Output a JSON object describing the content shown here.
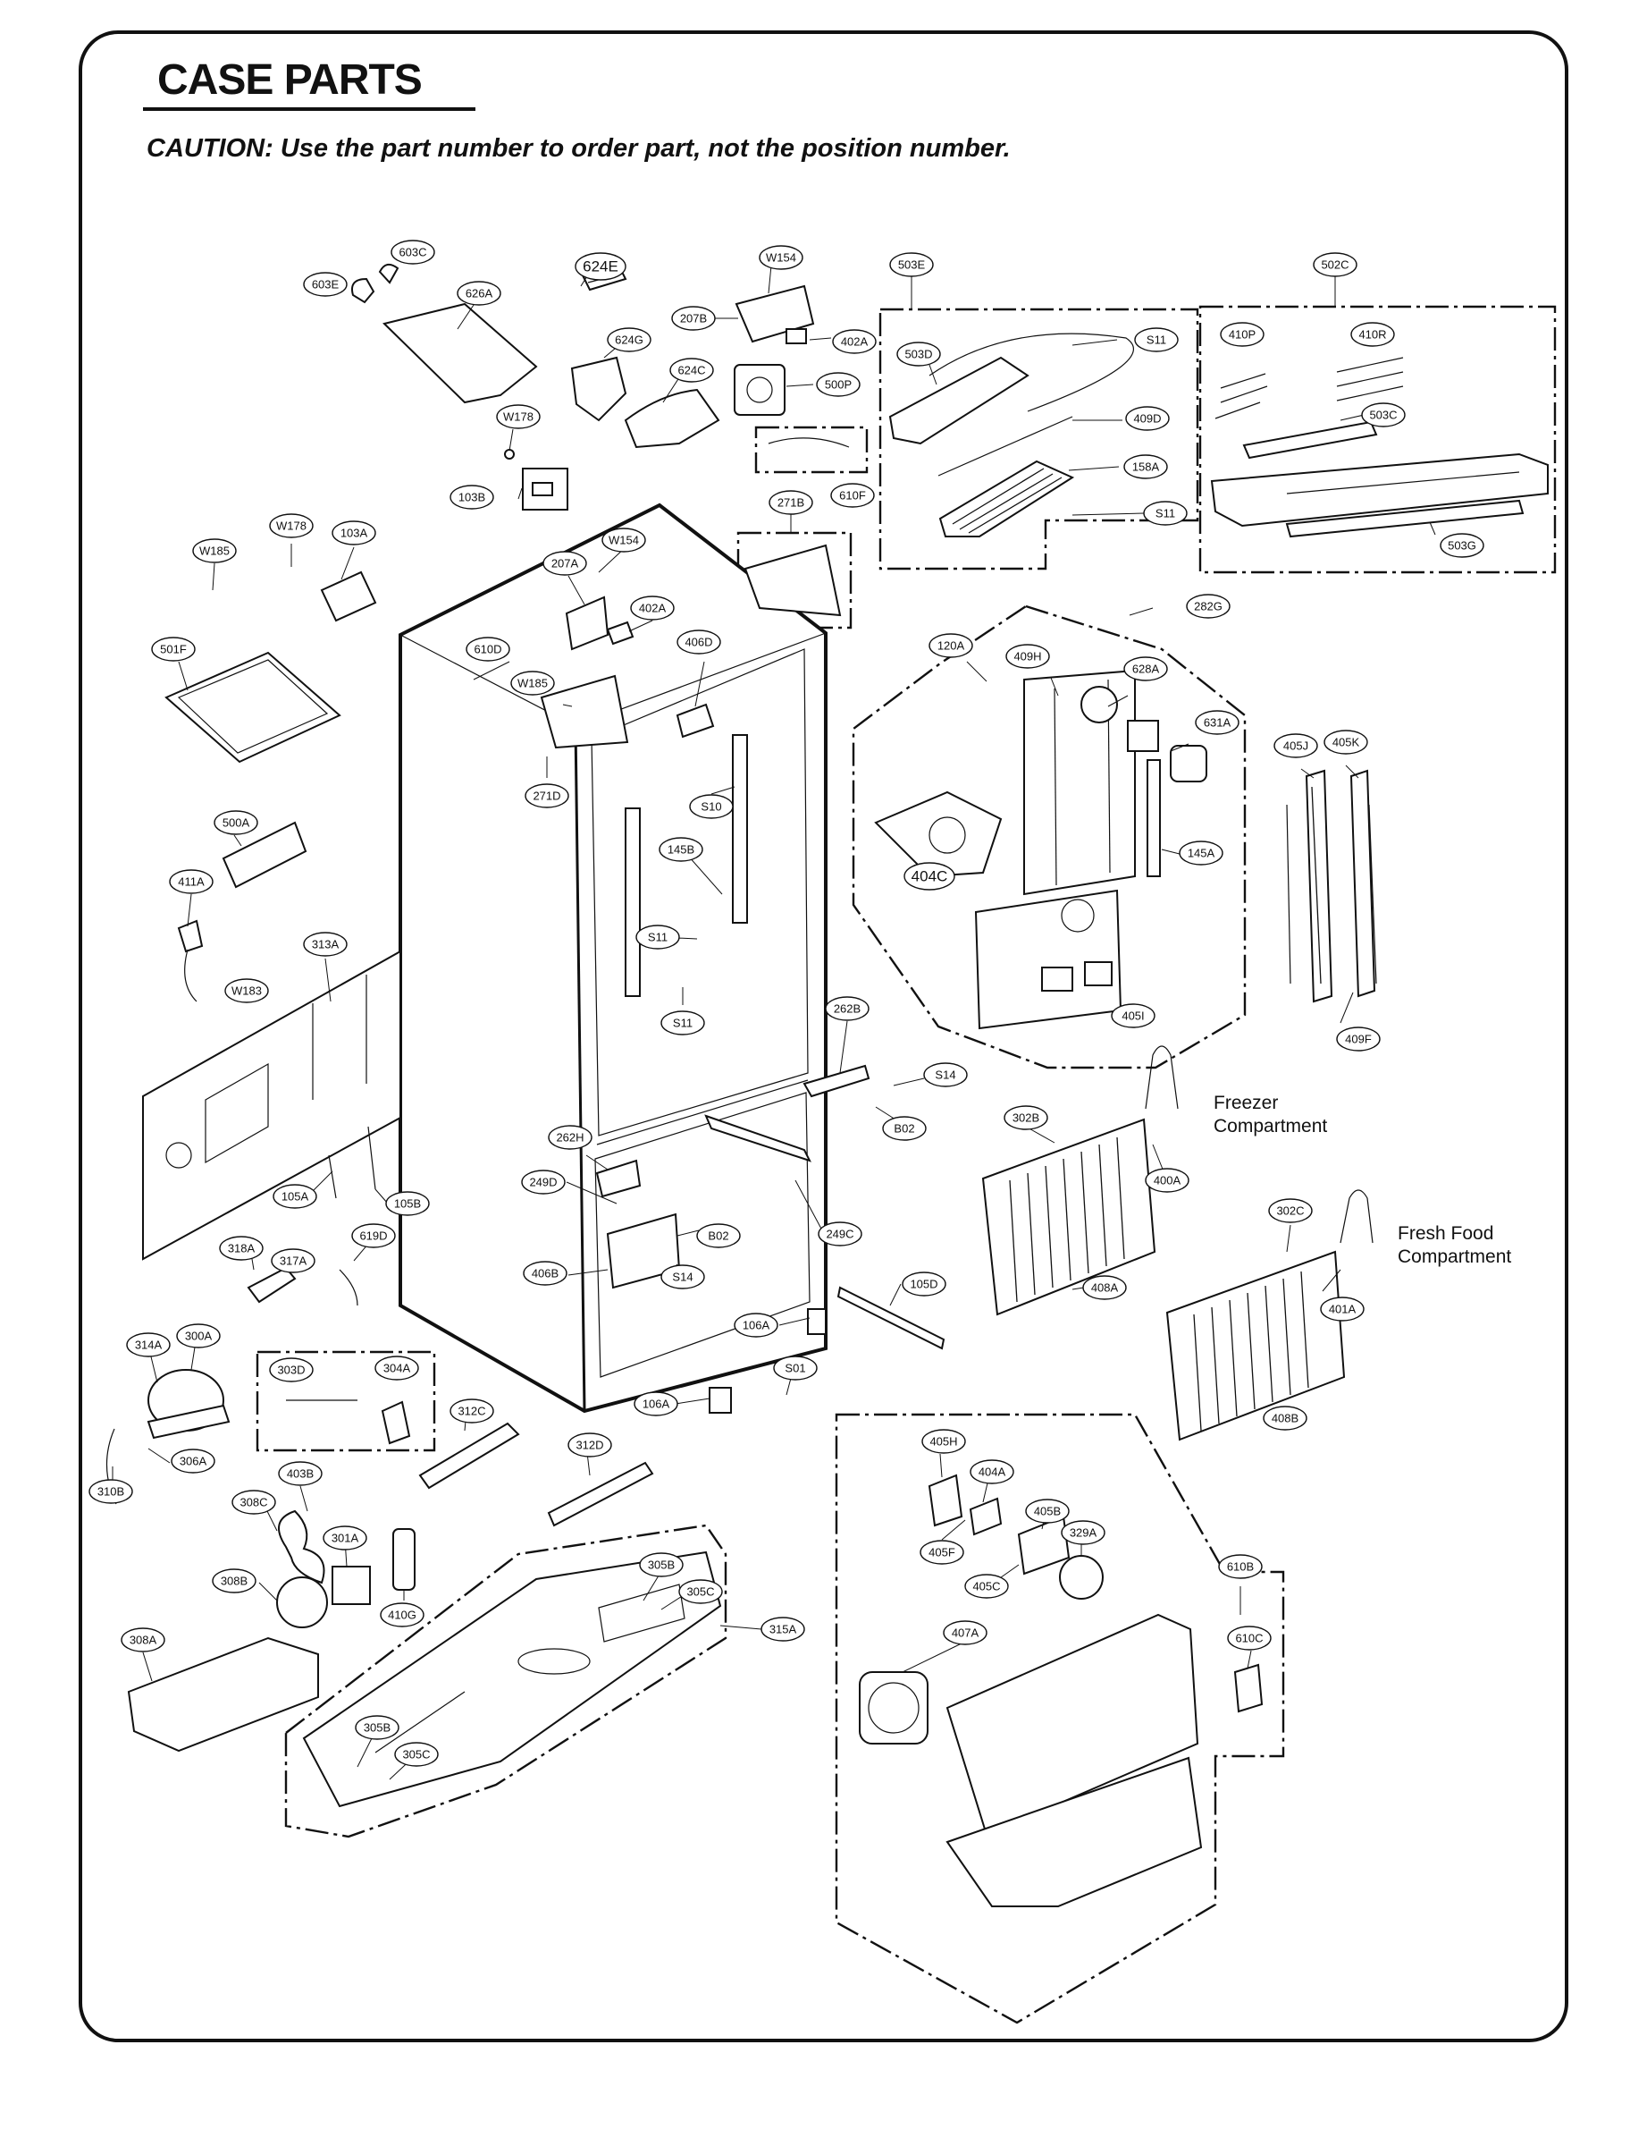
{
  "page": {
    "title": "CASE PARTS",
    "caution": "CAUTION: Use the part number to order part, not the position number."
  },
  "compartments": {
    "freezer": [
      "Freezer",
      "Compartment"
    ],
    "fresh_food": [
      "Fresh Food",
      "Compartment"
    ]
  },
  "callouts": {
    "c603C": "603C",
    "c603E": "603E",
    "c626A": "626A",
    "c624E": "624E",
    "c624G": "624G",
    "c624C": "624C",
    "cW154a": "W154",
    "c207Ba": "207B",
    "c402Aa": "402A",
    "c500P": "500P",
    "c610F": "610F",
    "cW178a": "W178",
    "c103Ba": "103B",
    "c503E": "503E",
    "c502C": "502C",
    "c503D": "503D",
    "cS11a": "S11",
    "c409D": "409D",
    "c158A": "158A",
    "cS11b": "S11",
    "c410P": "410P",
    "c410R": "410R",
    "c503C": "503C",
    "c503G": "503G",
    "c271Ba": "271B",
    "cW178b": "W178",
    "c103Ab": "103A",
    "cW185a": "W185",
    "c207Ab": "207A",
    "cW154b": "W154",
    "c402Ab": "402A",
    "c610D": "610D",
    "cW185b": "W185",
    "c406D": "406D",
    "c271D": "271D",
    "c501F": "501F",
    "c282G": "282G",
    "c120A": "120A",
    "c409H": "409H",
    "c628A": "628A",
    "c631A": "631A",
    "c405J": "405J",
    "c405K": "405K",
    "c145A": "145A",
    "c404C": "404C",
    "c405I": "405I",
    "c409F": "409F",
    "cS10": "S10",
    "c145B": "145B",
    "c500A": "500A",
    "c411A": "411A",
    "c313A": "313A",
    "cW183": "W183",
    "cS11c": "S11",
    "cS11d": "S11",
    "c262B": "262B",
    "cS14a": "S14",
    "cB02a": "B02",
    "c302B": "302B",
    "c400A": "400A",
    "c408A": "408A",
    "c302C": "302C",
    "c401A": "401A",
    "c408B": "408B",
    "c262H": "262H",
    "c249D": "249D",
    "cB02b": "B02",
    "c249C": "249C",
    "c406B": "406B",
    "cS14b": "S14",
    "c105D": "105D",
    "c106Aa": "106A",
    "c105A": "105A",
    "c105B": "105B",
    "c619D": "619D",
    "c318A": "318A",
    "c317A": "317A",
    "c314A": "314A",
    "c300A": "300A",
    "c303D": "303D",
    "c304A": "304A",
    "cS01": "S01",
    "c106Ab": "106A",
    "c312C": "312C",
    "c312D": "312D",
    "c306A": "306A",
    "c310B": "310B",
    "c403B": "403B",
    "c308C": "308C",
    "c301A": "301A",
    "c308B": "308B",
    "c410G": "410G",
    "c308A": "308A",
    "c305Ba": "305B",
    "c305Ca": "305C",
    "c315A": "315A",
    "c305Bb": "305B",
    "c305Cb": "305C",
    "c405H": "405H",
    "c404A": "404A",
    "c405B": "405B",
    "c329A": "329A",
    "c405F": "405F",
    "c405C": "405C",
    "c407A": "407A",
    "c610B": "610B",
    "c610C": "610C"
  }
}
